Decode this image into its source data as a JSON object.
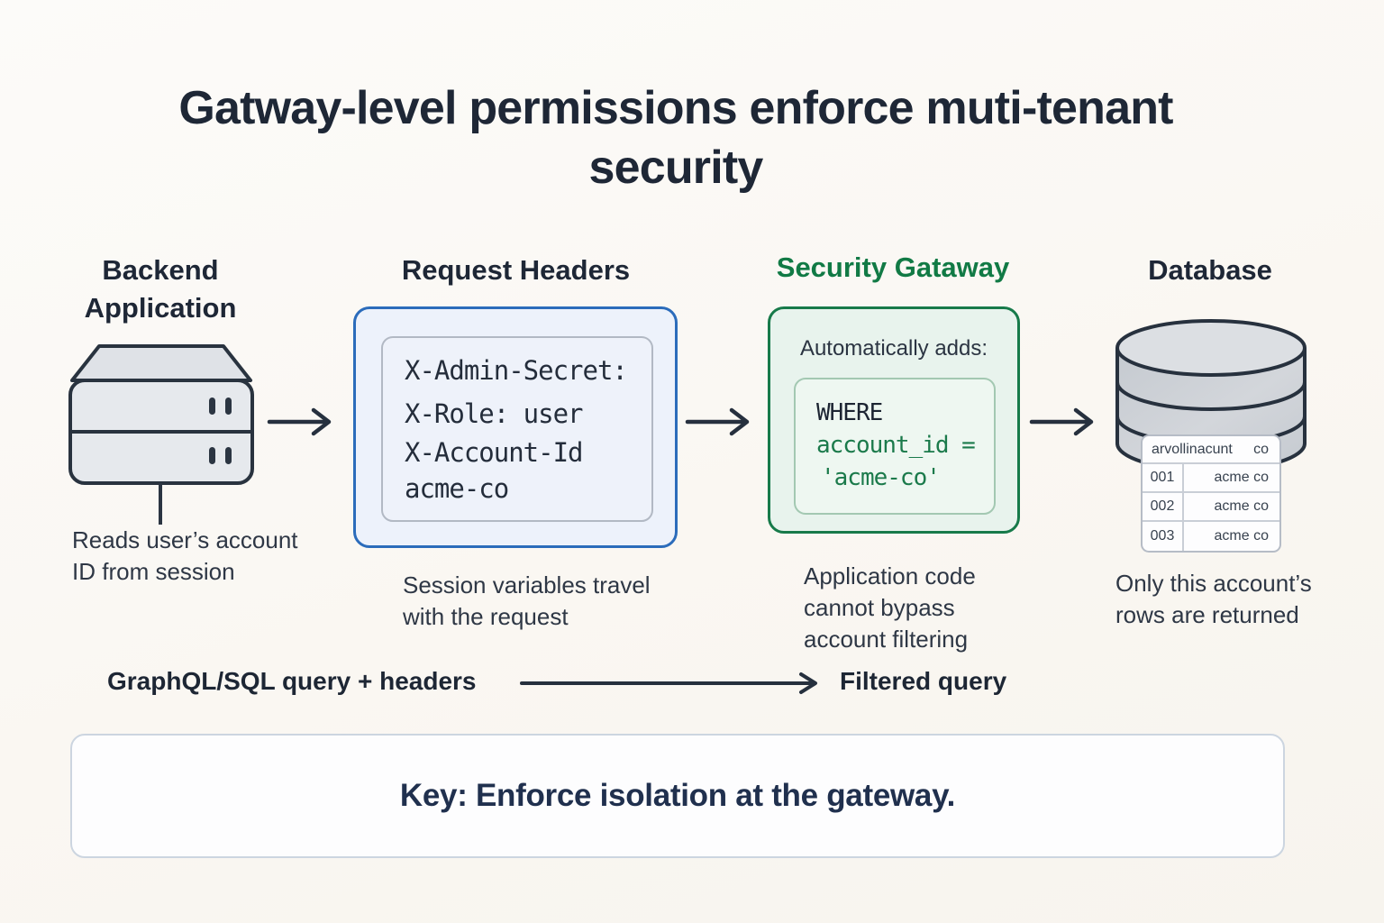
{
  "title": "Gatway-level permissions enforce muti-tenant security",
  "backend": {
    "label": "Backend Application",
    "caption": "Reads user’s account ID from session"
  },
  "request_headers": {
    "label": "Request Headers",
    "code_lines": [
      "X-Admin-Secret:",
      "X-Role: user",
      "X-Account-Id",
      "acme-co"
    ],
    "caption": "Session variables travel with the request"
  },
  "security_gateway": {
    "label": "Security Gataway",
    "intro": "Automatically adds:",
    "code_keyword": "WHERE",
    "code_line2": "account_id =",
    "code_line3": "'acme-co'",
    "caption": "Application code cannot bypass account filtering"
  },
  "database": {
    "label": "Database",
    "table": {
      "header_left": "arvollinacunt",
      "header_right": "co",
      "rows": [
        {
          "id": "001",
          "value": "acme co"
        },
        {
          "id": "002",
          "value": "acme co"
        },
        {
          "id": "003",
          "value": "acme co"
        }
      ]
    },
    "caption": "Only this account’s rows are returned"
  },
  "flow": {
    "source_label": "GraphQL/SQL query + headers",
    "result_label": "Filtered query"
  },
  "key_message": "Key: Enforce isolation at the gateway.",
  "colors": {
    "background": "#faf8f4",
    "ink": "#1e2736",
    "accent_blue_border": "#2b6cbb",
    "blue_box_fill": "#edf2fb",
    "accent_green_border": "#177a4a",
    "green_box_fill": "#e8f3ed",
    "green_text": "#117a45",
    "code_green": "#1b7a4b",
    "arrow": "#26303e",
    "server_fill": "#e6e9ed",
    "cylinder_fill": "#c9ced4"
  }
}
